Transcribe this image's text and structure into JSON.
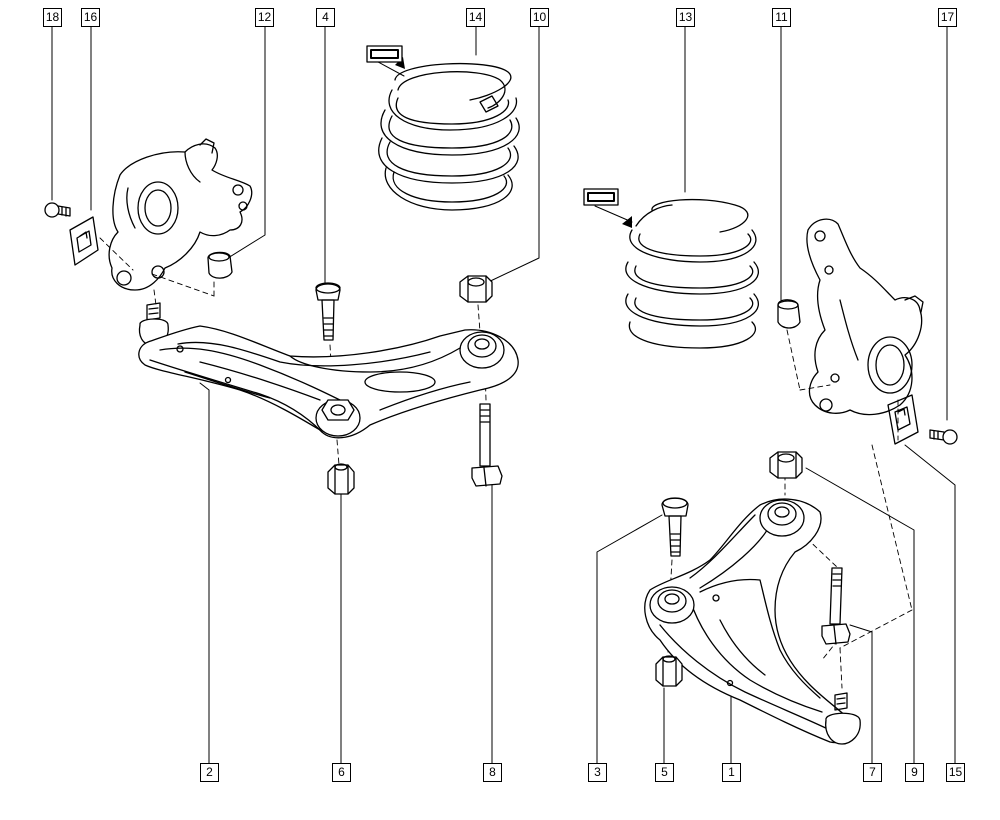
{
  "callouts": {
    "c18": "18",
    "c16": "16",
    "c12": "12",
    "c4": "4",
    "c14": "14",
    "c10": "10",
    "c13": "13",
    "c11": "11",
    "c17": "17",
    "c2": "2",
    "c6": "6",
    "c8": "8",
    "c3": "3",
    "c5": "5",
    "c1": "1",
    "c7": "7",
    "c9": "9",
    "c15": "15"
  }
}
